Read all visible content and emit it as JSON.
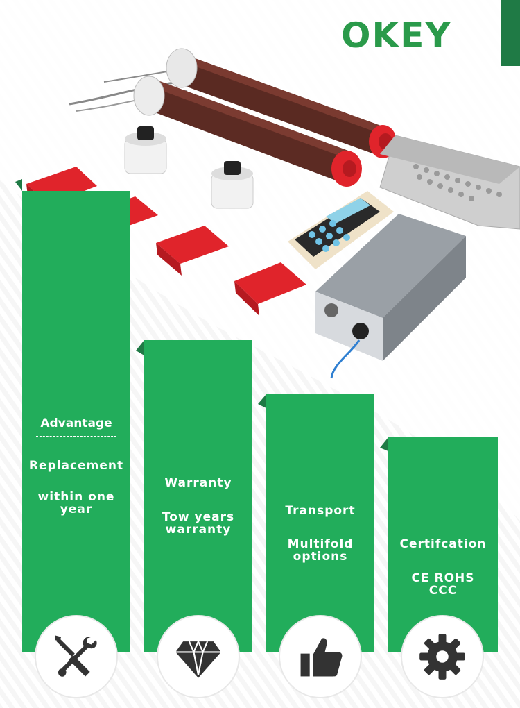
{
  "brand": {
    "logo": "OKEY",
    "green": "#22ad5b",
    "dark_green": "#1f7a45"
  },
  "advantage_title": "Advantage",
  "columns": [
    {
      "title": "Replacement",
      "detail": "within one year",
      "icon": "tools-icon"
    },
    {
      "title": "Warranty",
      "detail": "Tow years warranty",
      "icon": "diamond-icon"
    },
    {
      "title": "Transport",
      "detail": "Multifold options",
      "icon": "thumbs-up-icon"
    },
    {
      "title": "Certifcation",
      "detail": "CE ROHS CCC",
      "icon": "gear-icon"
    }
  ]
}
